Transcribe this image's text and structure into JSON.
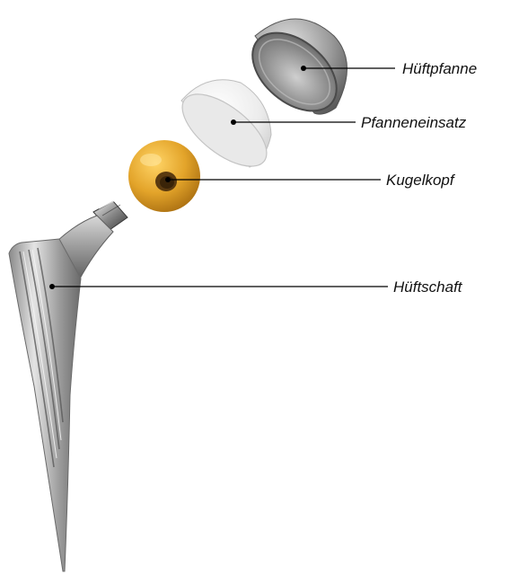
{
  "labels": {
    "cup": "Hüftpfanne",
    "liner": "Pfanneneinsatz",
    "head": "Kugelkopf",
    "stem": "Hüftschaft"
  },
  "colors": {
    "metal_light": "#d9d9d9",
    "metal_dark": "#6e6e6e",
    "liner": "#f2f2f2",
    "head": "#e2a52a",
    "background": "#ffffff"
  }
}
